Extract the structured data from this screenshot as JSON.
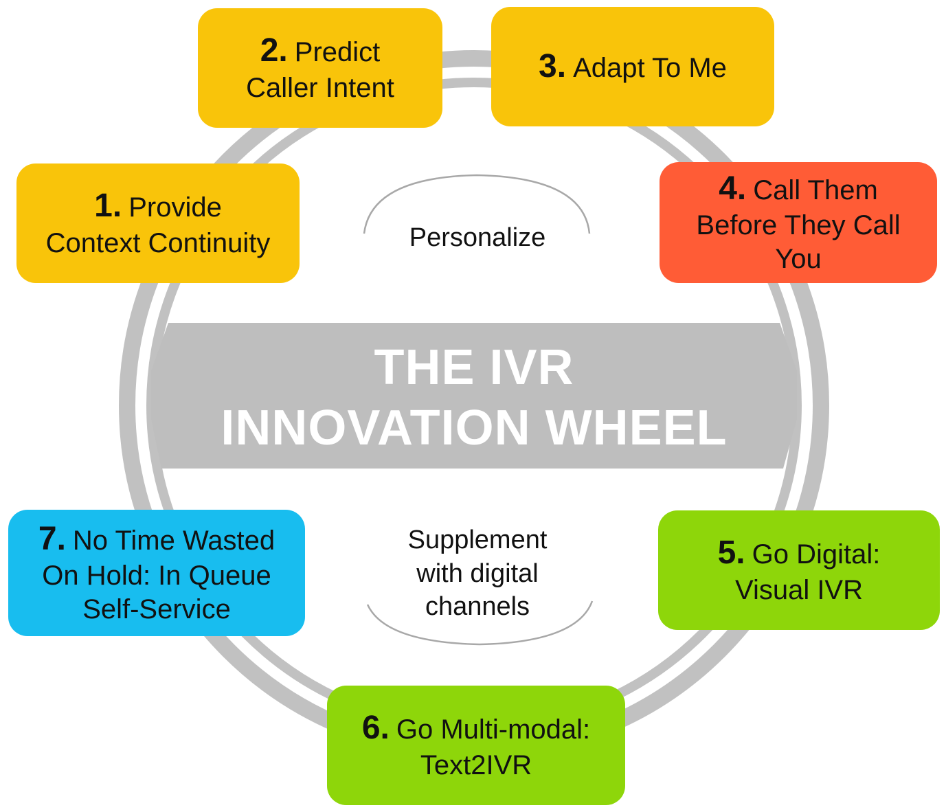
{
  "title": {
    "line1": "THE IVR",
    "line2": "INNOVATION WHEEL"
  },
  "center_top": "Personalize",
  "center_bottom": [
    "Supplement",
    "with digital",
    "channels"
  ],
  "steps": [
    {
      "num": "1.",
      "line1": "Provide",
      "line2": "Context Continuity",
      "line3": "",
      "color": "#F9C40A"
    },
    {
      "num": "2.",
      "line1": "Predict",
      "line2": "Caller Intent",
      "line3": "",
      "color": "#F9C40A"
    },
    {
      "num": "3.",
      "line1": "Adapt To Me",
      "line2": "",
      "line3": "",
      "color": "#F9C40A"
    },
    {
      "num": "4.",
      "line1": "Call Them",
      "line2": "Before They Call",
      "line3": "You",
      "color": "#FF5C36"
    },
    {
      "num": "5.",
      "line1": "Go Digital:",
      "line2": "Visual IVR",
      "line3": "",
      "color": "#8ED60A"
    },
    {
      "num": "6.",
      "line1": "Go Multi-modal:",
      "line2": "Text2IVR",
      "line3": "",
      "color": "#8ED60A"
    },
    {
      "num": "7.",
      "line1": "No Time Wasted",
      "line2": "On Hold: In Queue",
      "line3": "Self-Service",
      "color": "#18BDEF"
    }
  ],
  "colors": {
    "wheel_gray": "#C1C1C1",
    "band_gray": "#BEBEBE"
  }
}
